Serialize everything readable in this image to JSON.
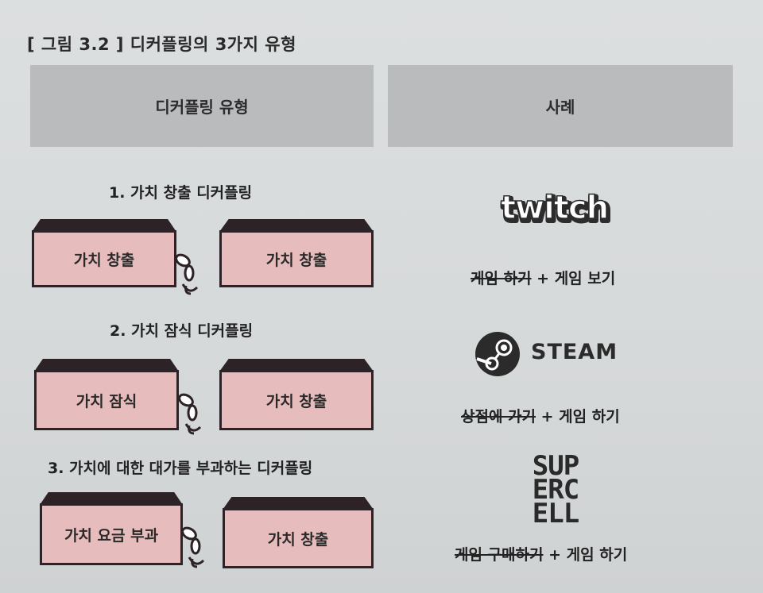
{
  "figure": {
    "title": "[ 그림 3.2 ] 디커플링의 3가지 유형"
  },
  "header": {
    "left": "디커플링 유형",
    "right": "사례"
  },
  "rows": [
    {
      "title": "1. 가치 창출 디커플링",
      "box_left": "가치 창출",
      "box_right": "가치 창출"
    },
    {
      "title": "2. 가치 잠식 디커플링",
      "box_left": "가치 잠식",
      "box_right": "가치 창출"
    },
    {
      "title": "3. 가치에 대한 대가를 부과하는 디커플링",
      "box_left": "가치 요금 부과",
      "box_right": "가치 창출"
    }
  ],
  "examples": [
    {
      "logo_text": "twitch",
      "caption_struck": "게임 하기",
      "caption_rest": "+ 게임 보기"
    },
    {
      "logo_text": "STEAM",
      "caption_struck": "상점에 가기",
      "caption_rest": "+ 게임 하기"
    },
    {
      "logo_lines": [
        "SUP",
        "ERC",
        "ELL"
      ],
      "caption_struck": "게임 구매하기",
      "caption_rest": "+ 게임 하기"
    }
  ],
  "colors": {
    "box_fill": "#e7bcbc",
    "box_border": "#2d2326",
    "header_bg": "#b9bbbd"
  }
}
